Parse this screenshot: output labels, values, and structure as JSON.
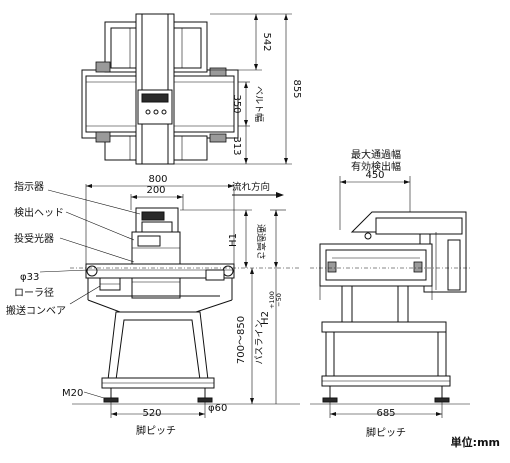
{
  "top_view": {
    "dim_542": "542",
    "dim_855": "855",
    "dim_350": "350",
    "dim_313": "313",
    "belt_width_label": "ベルト幅"
  },
  "front_view": {
    "dim_800": "800",
    "dim_200": "200",
    "flow_direction": "流れ方向",
    "label_indicator": "指示器",
    "label_detect_head": "検出ヘッド",
    "label_emitter_receiver": "投受光器",
    "label_roller_dia_value": "φ33",
    "label_roller_dia": "ローラ径",
    "label_conveyor": "搬送コンベア",
    "dim_h1": "H1",
    "label_pass_height": "通過高さ",
    "dim_h2_main": "H2",
    "dim_h2_tol_plus": "+100",
    "dim_h2_tol_minus": "−50",
    "dim_700_850": "700〜850",
    "label_pass_line": "パスライン",
    "label_m20": "M20",
    "dim_520": "520",
    "dim_phi60": "φ60",
    "label_leg_pitch": "脚ピッチ"
  },
  "side_view": {
    "label_max_pass_width": "最大通過幅",
    "label_effective_width": "有効検出幅",
    "dim_450": "450",
    "dim_685": "685",
    "label_leg_pitch": "脚ピッチ"
  },
  "footer": {
    "unit_label": "単位:mm"
  }
}
